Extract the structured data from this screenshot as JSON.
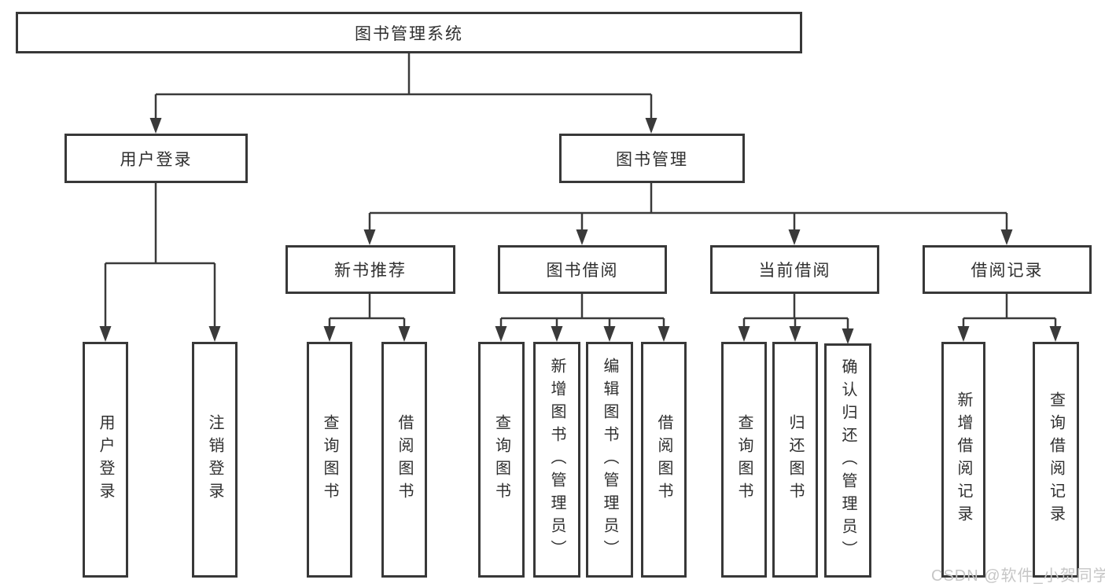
{
  "diagram": {
    "type": "hierarchy-tree",
    "background": "#ffffff",
    "line_color": "#3a3a3a",
    "border_color": "#383838",
    "text_color": "#2f2f2f",
    "watermark_color": "#c6c6c6"
  },
  "nodes": {
    "root": "图书管理系统",
    "user_login": "用户登录",
    "book_management": "图书管理",
    "new_book_recommend": "新书推荐",
    "book_borrowing": "图书借阅",
    "current_borrowing": "当前借阅",
    "borrowing_records": "借阅记录"
  },
  "leaves": {
    "user_login": [
      "用户登录",
      "注销登录"
    ],
    "new_book_recommend": [
      "查询图书",
      "借阅图书"
    ],
    "book_borrowing": [
      "查询图书",
      "新增图书（管理员）",
      "编辑图书（管理员）",
      "借阅图书"
    ],
    "current_borrowing": [
      "查询图书",
      "归还图书",
      "确认归还（管理员）"
    ],
    "borrowing_records": [
      "新增借阅记录",
      "查询借阅记录"
    ]
  },
  "watermark": "CSDN @软件_小贺同学"
}
